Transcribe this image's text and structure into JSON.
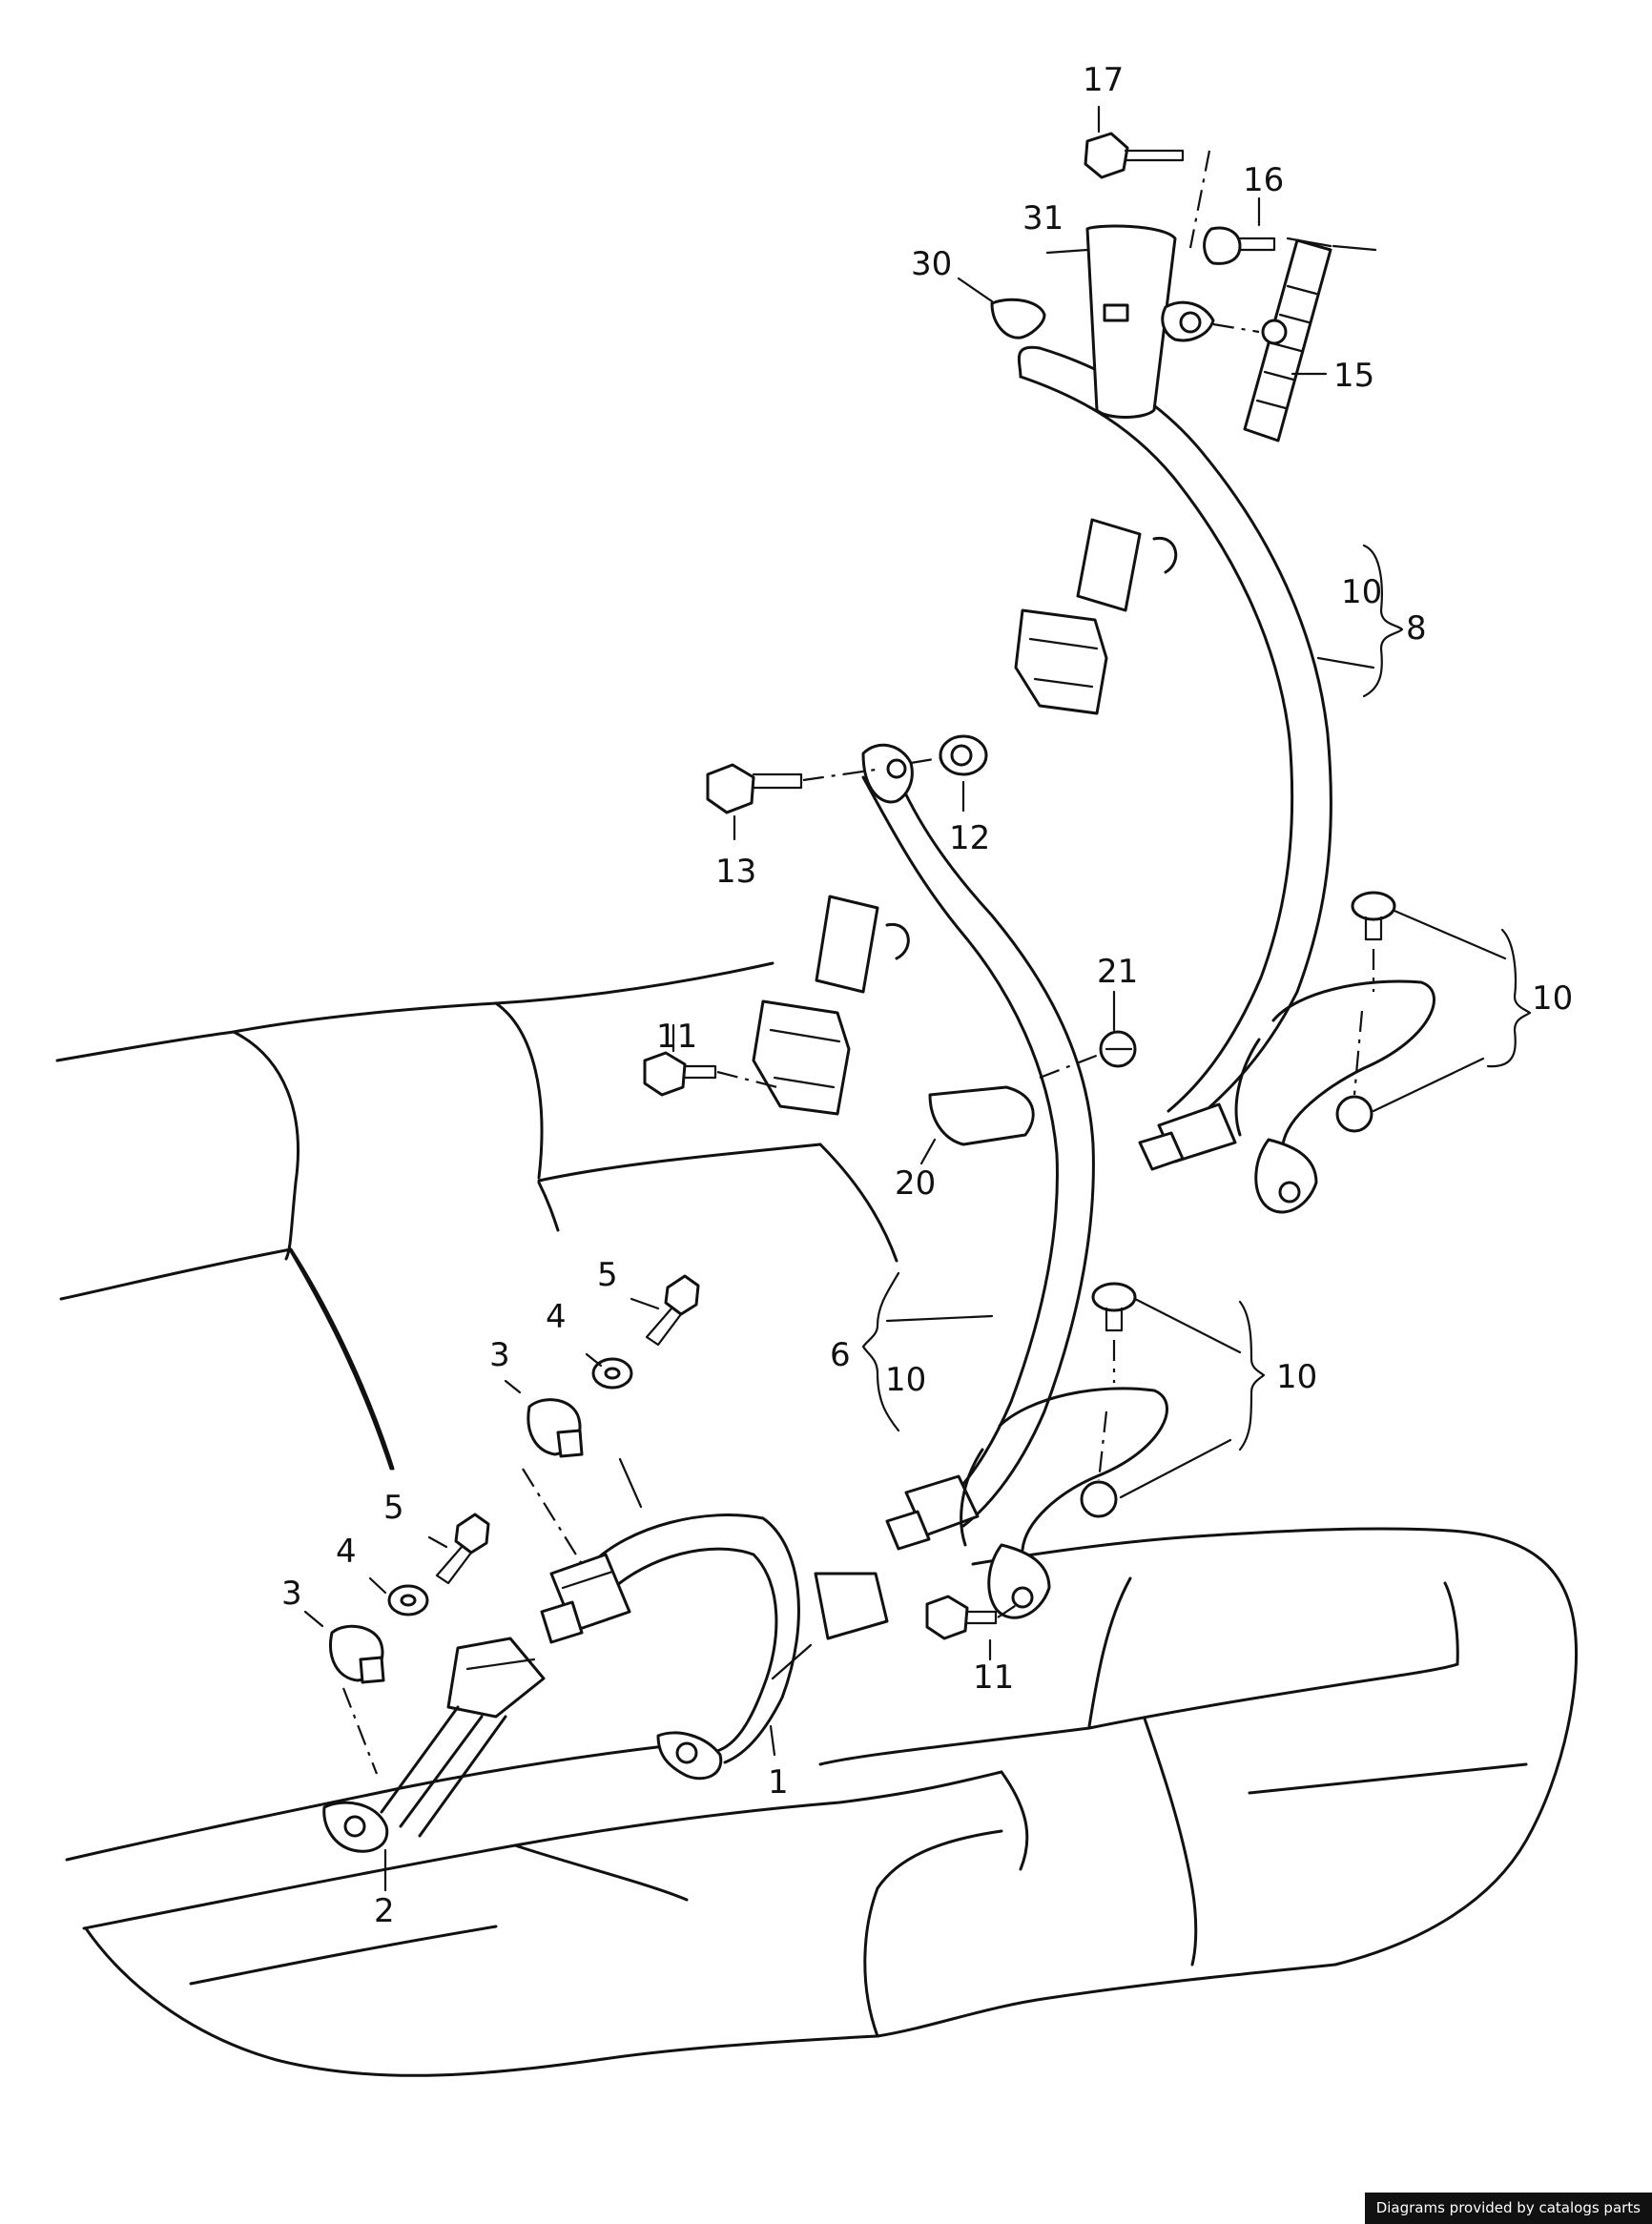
{
  "diagram": {
    "callouts": [
      {
        "id": "c1",
        "text": "1"
      },
      {
        "id": "c2",
        "text": "2"
      },
      {
        "id": "c3a",
        "text": "3"
      },
      {
        "id": "c3b",
        "text": "3"
      },
      {
        "id": "c4a",
        "text": "4"
      },
      {
        "id": "c4b",
        "text": "4"
      },
      {
        "id": "c5a",
        "text": "5"
      },
      {
        "id": "c5b",
        "text": "5"
      },
      {
        "id": "c6",
        "text": "6"
      },
      {
        "id": "c8",
        "text": "8"
      },
      {
        "id": "c10a",
        "text": "10"
      },
      {
        "id": "c10b",
        "text": "10"
      },
      {
        "id": "c10c",
        "text": "10"
      },
      {
        "id": "c10d",
        "text": "10"
      },
      {
        "id": "c11a",
        "text": "11"
      },
      {
        "id": "c11b",
        "text": "11"
      },
      {
        "id": "c12",
        "text": "12"
      },
      {
        "id": "c13",
        "text": "13"
      },
      {
        "id": "c15",
        "text": "15"
      },
      {
        "id": "c16",
        "text": "16"
      },
      {
        "id": "c17",
        "text": "17"
      },
      {
        "id": "c20",
        "text": "20"
      },
      {
        "id": "c21",
        "text": "21"
      },
      {
        "id": "c30",
        "text": "30"
      },
      {
        "id": "c31",
        "text": "31"
      }
    ]
  },
  "footer": {
    "credit": "Diagrams provided by catalogs parts"
  }
}
